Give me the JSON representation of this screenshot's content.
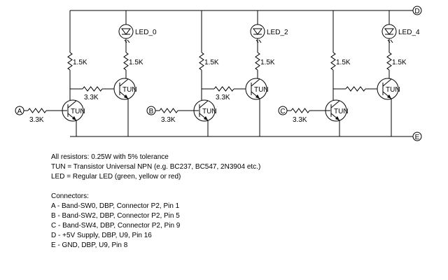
{
  "circuit": {
    "stages": [
      {
        "led": "LED_0",
        "r_base": "3.3K",
        "r_link": "3.3K",
        "r_pullup": "1.5K",
        "r_led": "1.5K",
        "q1": "TUN",
        "q2": "TUN",
        "input": "A"
      },
      {
        "led": "LED_2",
        "r_base": "3.3K",
        "r_link": "3.3K",
        "r_pullup": "1.5K",
        "r_led": "1.5K",
        "q1": "TUN",
        "q2": "TUN",
        "input": "B"
      },
      {
        "led": "LED_4",
        "r_base": "3.3K",
        "r_link": "",
        "r_pullup": "1.5K",
        "r_led": "1.5K",
        "q1": "TUN",
        "q2": "TUN",
        "input": "C"
      }
    ],
    "supply_label": "D",
    "ground_label": "E"
  },
  "notes": {
    "lines": [
      "All resistors: 0.25W with 5% tolerance",
      "TUN = Transistor Universal NPN (e.g. BC237, BC547, 2N3904 etc.)",
      "LED = Regular LED (green, yellow or red)"
    ],
    "connectors_title": "Connectors:",
    "connectors": [
      "A - Band-SW0, DBP, Connector P2, Pin 1",
      "B - Band-SW2, DBP, Connector P2, Pin 5",
      "C - Band-SW4, DBP, Connector P2, Pin 9",
      "D - +5V Supply, DBP, U9, Pin 16",
      "E - GND, DBP, U9, Pin 8"
    ]
  }
}
